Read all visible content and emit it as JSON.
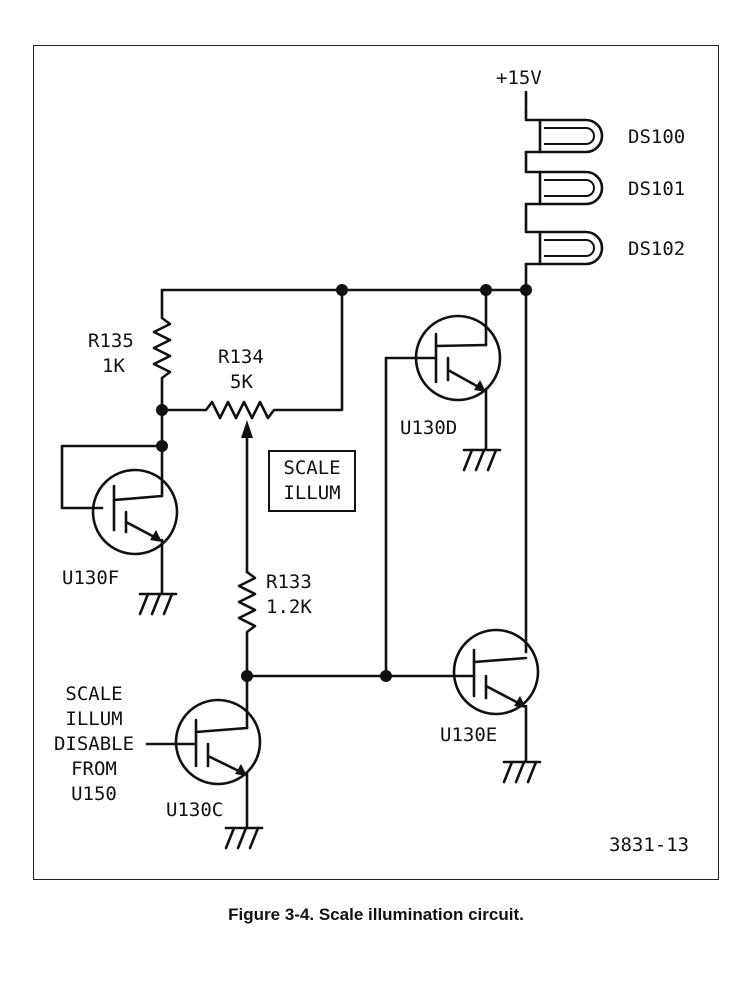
{
  "labels": {
    "supply": "+15V",
    "ds100": "DS100",
    "ds101": "DS101",
    "ds102": "DS102",
    "r135_name": "R135",
    "r135_value": "1K",
    "r134_name": "R134",
    "r134_value": "5K",
    "r133_name": "R133",
    "r133_value": "1.2K",
    "scale_illum_1": "SCALE",
    "scale_illum_2": "ILLUM",
    "u130d": "U130D",
    "u130f": "U130F",
    "u130e": "U130E",
    "u130c": "U130C",
    "disable_1": "SCALE",
    "disable_2": "ILLUM",
    "disable_3": "DISABLE",
    "disable_4": "FROM",
    "disable_5": "U150",
    "figure_id": "3831-13"
  },
  "caption": "Figure 3-4. Scale illumination circuit."
}
